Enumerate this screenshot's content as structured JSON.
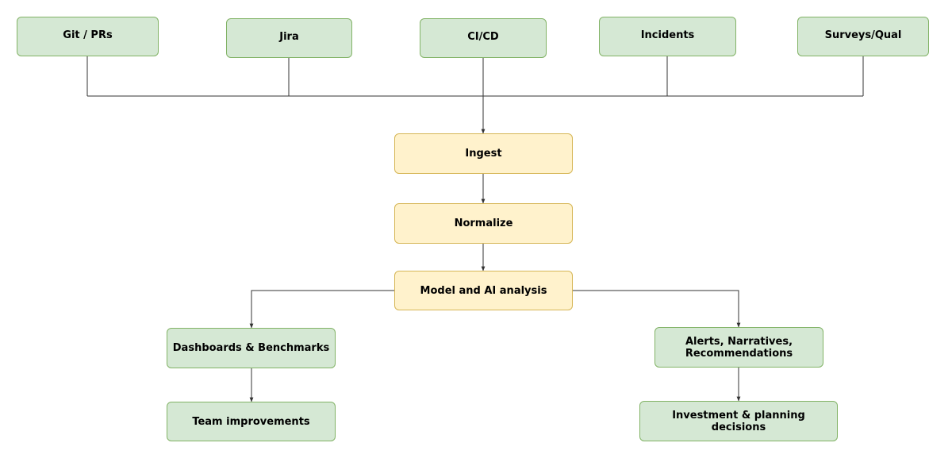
{
  "diagram": {
    "sources": [
      {
        "id": "git",
        "label": "Git / PRs"
      },
      {
        "id": "jira",
        "label": "Jira"
      },
      {
        "id": "cicd",
        "label": "CI/CD"
      },
      {
        "id": "incidents",
        "label": "Incidents"
      },
      {
        "id": "surveys",
        "label": "Surveys/Qual"
      }
    ],
    "pipeline": [
      {
        "id": "ingest",
        "label": "Ingest"
      },
      {
        "id": "normalize",
        "label": "Normalize"
      },
      {
        "id": "model",
        "label": "Model and AI analysis"
      }
    ],
    "left_branch": [
      {
        "id": "dashboards",
        "label": "Dashboards & Benchmarks"
      },
      {
        "id": "team",
        "label": "Team improvements"
      }
    ],
    "right_branch": [
      {
        "id": "alerts",
        "label": "Alerts, Narratives,\nRecommendations"
      },
      {
        "id": "investment",
        "label": "Investment & planning decisions"
      }
    ],
    "colors": {
      "source_fill": "#d5e8d4",
      "source_border": "#82b366",
      "process_fill": "#fff2cc",
      "process_border": "#d6b656",
      "connector": "#333333"
    }
  }
}
